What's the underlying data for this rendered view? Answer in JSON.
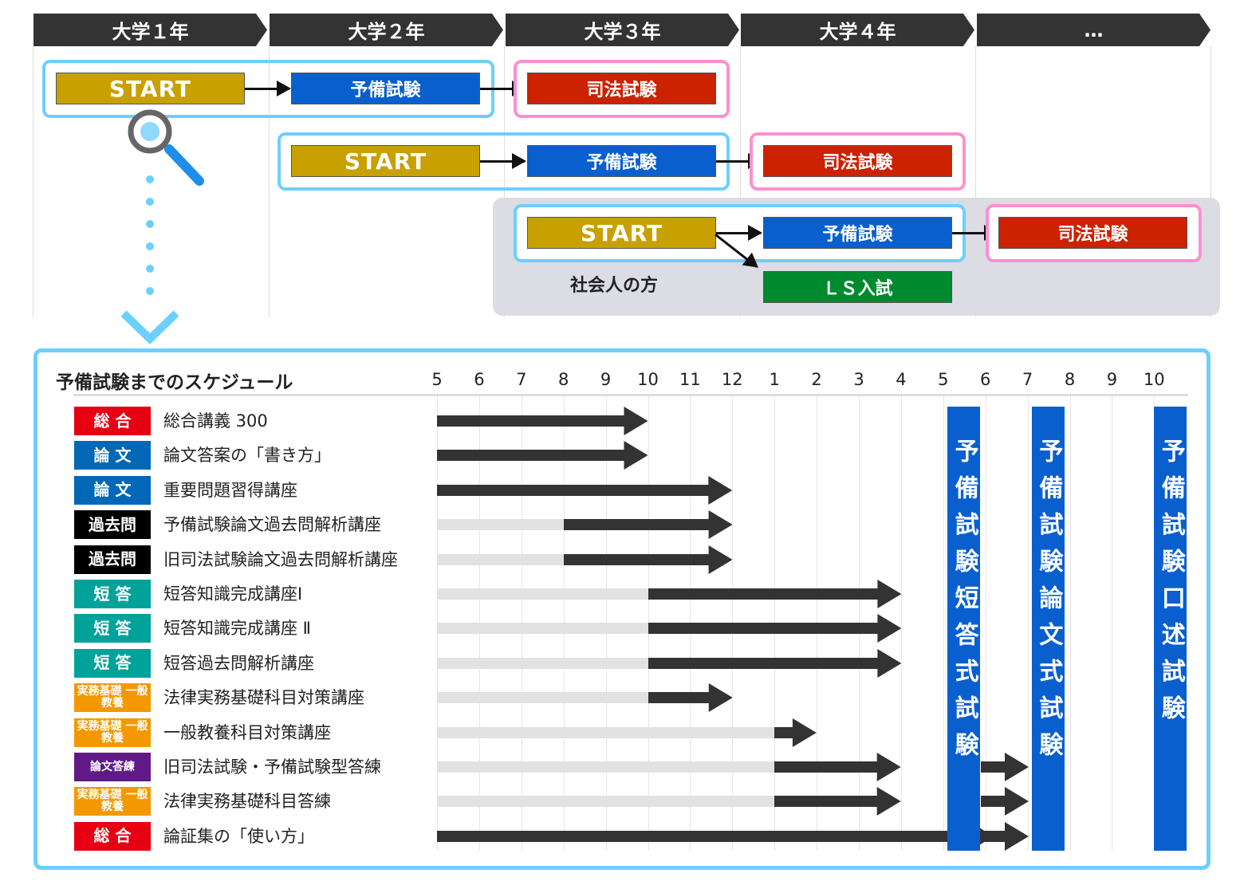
{
  "years": [
    "大学１年",
    "大学２年",
    "大学３年",
    "大学４年",
    "…"
  ],
  "flow": {
    "start": "START",
    "yobi": "予備試験",
    "shiho": "司法試験",
    "ls": "ＬＳ入試",
    "worker_note": "社会人の方"
  },
  "schedule": {
    "title": "予備試験までのスケジュール",
    "months": [
      "5",
      "6",
      "7",
      "8",
      "9",
      "10",
      "11",
      "12",
      "1",
      "2",
      "3",
      "4",
      "5",
      "6",
      "7",
      "8",
      "9",
      "10"
    ],
    "rows": [
      {
        "tag": "総 合",
        "color": "#e60012",
        "small": false,
        "name": "総合講義 300",
        "gray_end": 0,
        "start": 0,
        "end": 5
      },
      {
        "tag": "論 文",
        "color": "#0068b7",
        "small": false,
        "name": "論文答案の「書き方」",
        "gray_end": 0,
        "start": 0,
        "end": 5
      },
      {
        "tag": "論 文",
        "color": "#0068b7",
        "small": false,
        "name": "重要問題習得講座",
        "gray_end": 0,
        "start": 0,
        "end": 7
      },
      {
        "tag": "過去問",
        "color": "#000000",
        "small": false,
        "name": "予備試験論文過去問解析講座",
        "gray_end": 3,
        "start": 3,
        "end": 7
      },
      {
        "tag": "過去問",
        "color": "#000000",
        "small": false,
        "name": "旧司法試験論文過去問解析講座",
        "gray_end": 3,
        "start": 3,
        "end": 7
      },
      {
        "tag": "短 答",
        "color": "#00a29a",
        "small": false,
        "name": "短答知識完成講座Ⅰ",
        "gray_end": 5,
        "start": 5,
        "end": 11
      },
      {
        "tag": "短 答",
        "color": "#00a29a",
        "small": false,
        "name": "短答知識完成講座 Ⅱ",
        "gray_end": 5,
        "start": 5,
        "end": 11
      },
      {
        "tag": "短 答",
        "color": "#00a29a",
        "small": false,
        "name": "短答過去問解析講座",
        "gray_end": 5,
        "start": 5,
        "end": 11
      },
      {
        "tag": "実務基礎 一般教養",
        "color": "#f39800",
        "small": true,
        "name": "法律実務基礎科目対策講座",
        "gray_end": 5,
        "start": 5,
        "end": 7
      },
      {
        "tag": "実務基礎 一般教養",
        "color": "#f39800",
        "small": true,
        "name": "一般教養科目対策講座",
        "gray_end": 8,
        "start": 8,
        "end": 9
      },
      {
        "tag": "論文答練",
        "color": "#601986",
        "small": true,
        "name": "旧司法試験・予備試験型答練",
        "gray_end": 8,
        "start": 8,
        "end": 11,
        "extra": true
      },
      {
        "tag": "実務基礎 一般教養",
        "color": "#f39800",
        "small": true,
        "name": "法律実務基礎科目答練",
        "gray_end": 8,
        "start": 8,
        "end": 11,
        "extra": true
      },
      {
        "tag": "総 合",
        "color": "#e60012",
        "small": false,
        "name": "論証集の「使い方」",
        "gray_end": 0,
        "start": 0,
        "end": 13.2,
        "extra": true
      }
    ],
    "exams": [
      {
        "label": "予備試験短答式試験",
        "pos": 12.1
      },
      {
        "label": "予備試験論文式試験",
        "pos": 14.1
      },
      {
        "label": "予備試験口述試験",
        "pos": 17.0
      }
    ]
  }
}
